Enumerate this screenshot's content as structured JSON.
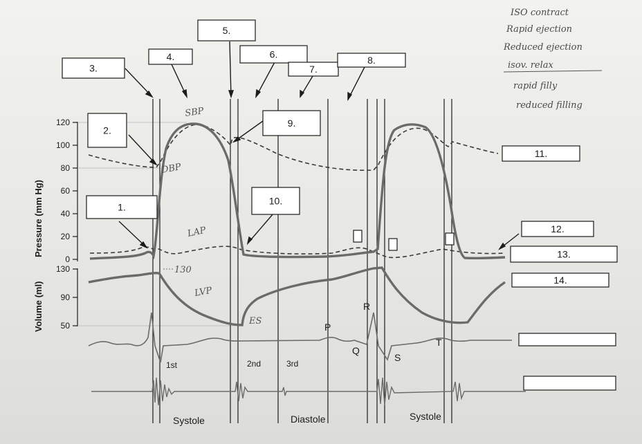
{
  "handwritten_notes": [
    "ISO contract",
    "Rapid ejection",
    "Reduced ejection",
    "isov. relax",
    "rapid filly",
    "reduced filling"
  ],
  "label_boxes": [
    "1.",
    "2.",
    "3.",
    "4.",
    "5.",
    "6.",
    "7.",
    "8.",
    "9.",
    "10.",
    "11.",
    "12.",
    "13.",
    "14."
  ],
  "pressure_axis": {
    "title": "Pressure (mm Hg)",
    "ticks": [
      "120",
      "100",
      "80",
      "60",
      "40",
      "20",
      "0"
    ]
  },
  "volume_axis": {
    "title": "Volume (ml)",
    "ticks": [
      "130",
      "90",
      "50"
    ]
  },
  "ecg_labels": {
    "p": "P",
    "q": "Q",
    "r": "R",
    "s": "S",
    "t": "T"
  },
  "heart_sounds": {
    "first": "1st",
    "second": "2nd",
    "third": "3rd"
  },
  "phases": {
    "systole_1": "Systole",
    "diastole": "Diastole",
    "systole_2": "Systole"
  },
  "pencil_annotations": {
    "sbp": "SBP",
    "dbp": "DBP",
    "lap": "LAP",
    "v130": "130",
    "lvp": "LVP",
    "es": "ES"
  },
  "colors": {
    "curve": "#6b6b6b",
    "ink": "#1c1c1c",
    "pencil": "#777777"
  }
}
